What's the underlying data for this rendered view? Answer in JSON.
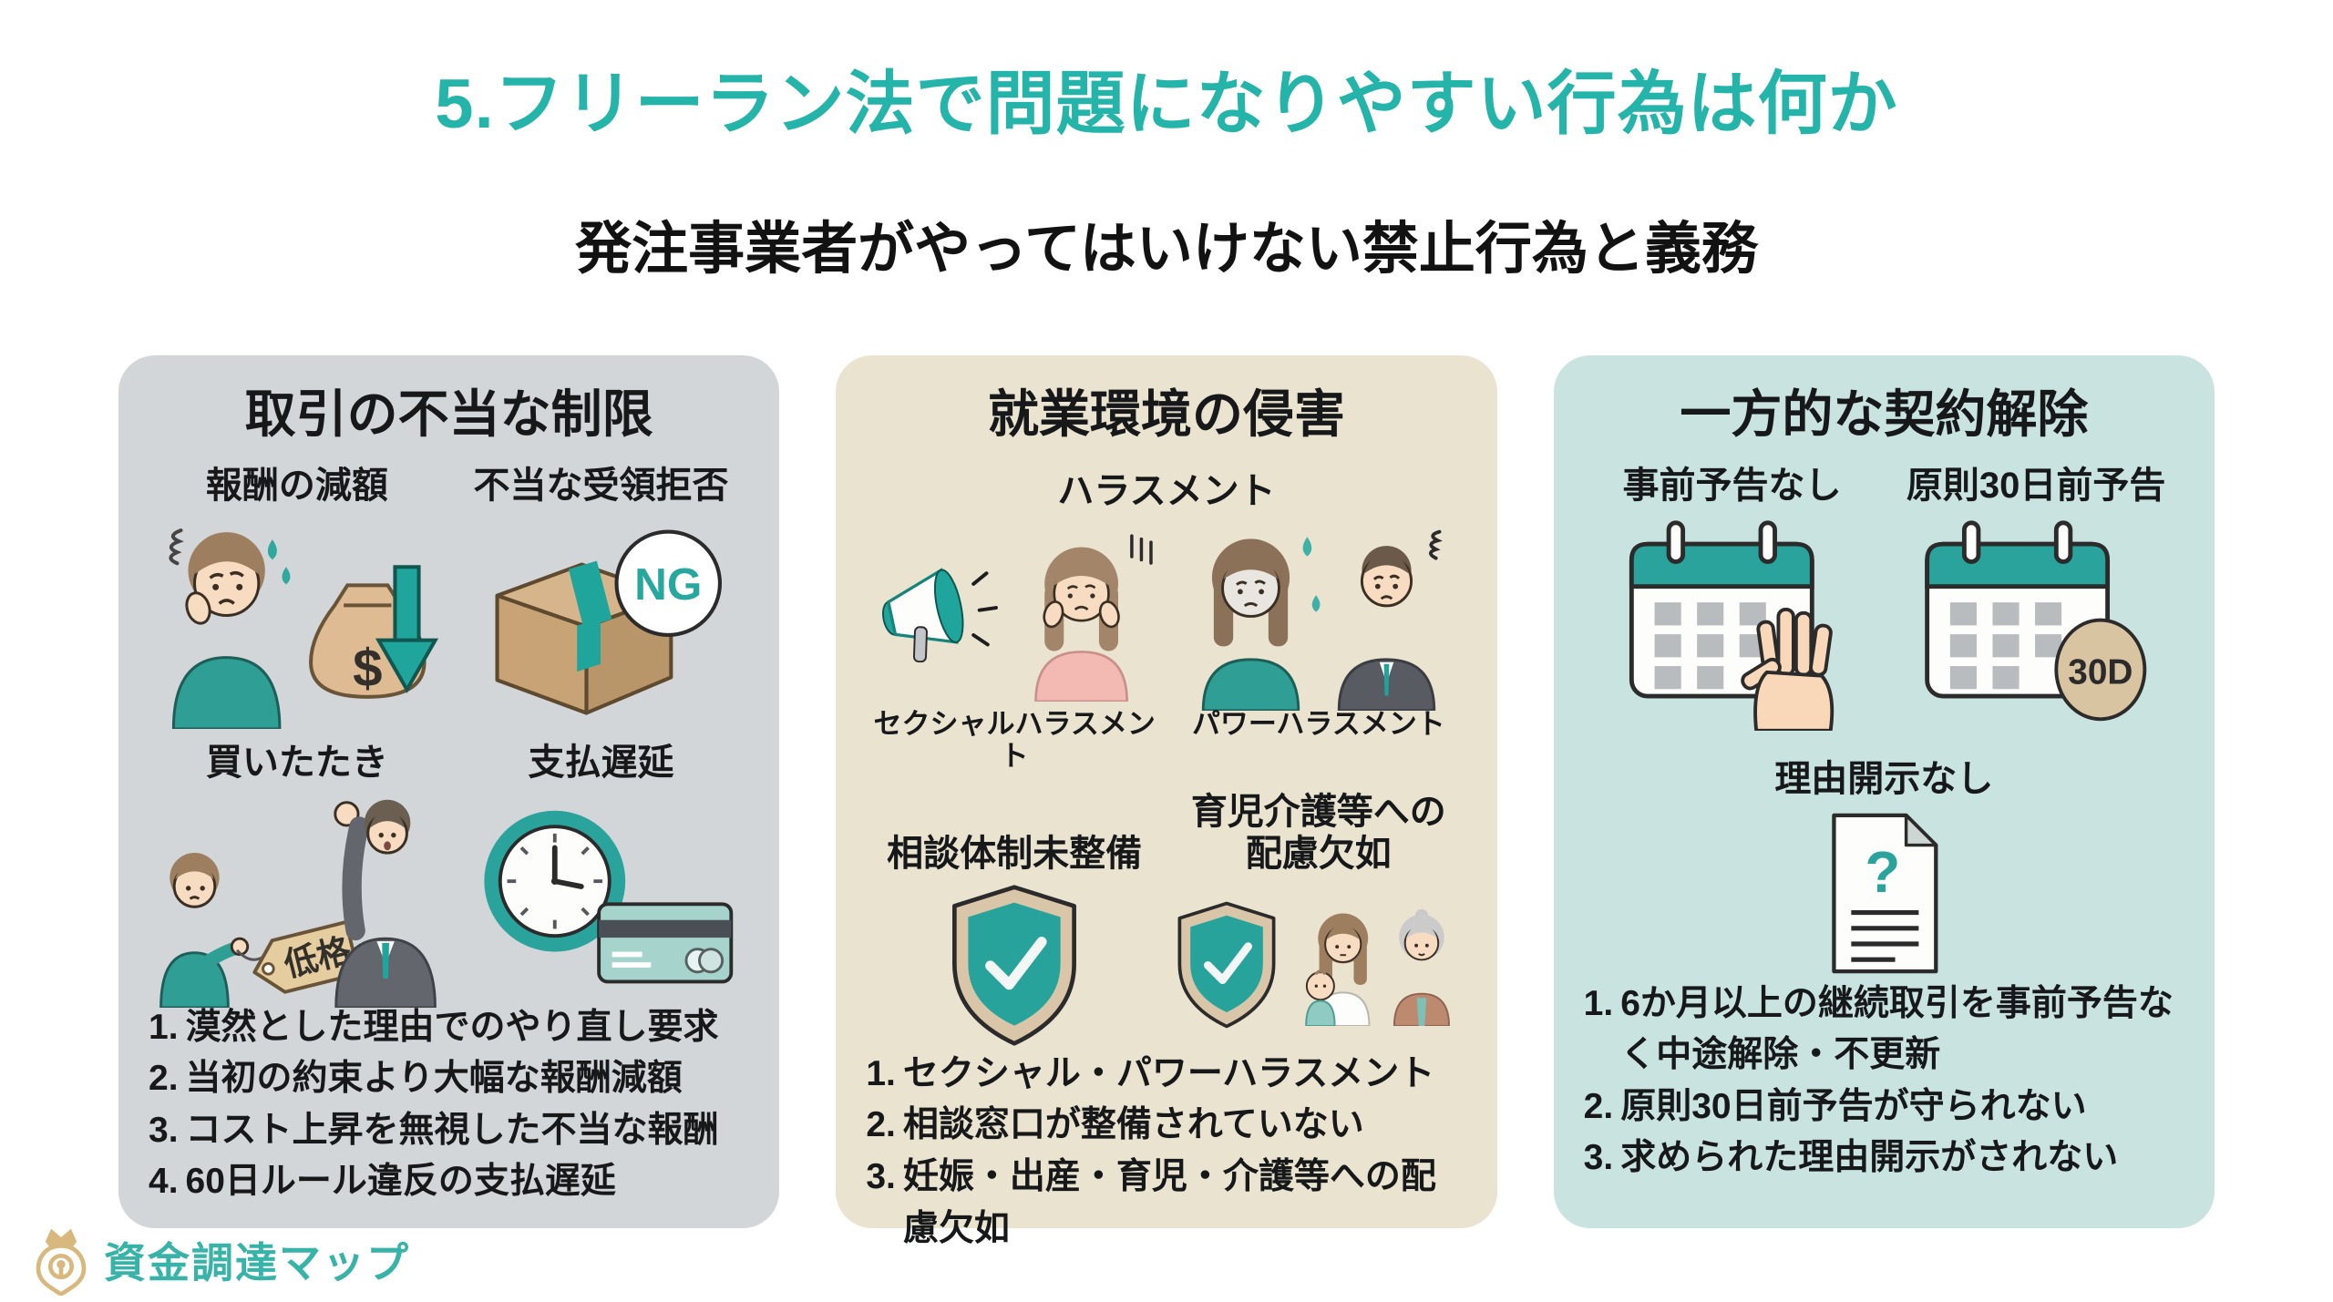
{
  "slide": {
    "title": "5.フリーラン法で問題になりやすい行為は何か",
    "subtitle": "発注事業者がやってはいけない禁止行為と義務"
  },
  "colors": {
    "title_teal": "#24b4aa",
    "accent_teal": "#1fa59b",
    "card_left_bg": "#d3d6d9",
    "card_middle_bg": "#e9e3d0",
    "card_right_bg": "#c9e4e0",
    "text": "#17181a",
    "logo_gold": "#d9b87e"
  },
  "icons": [
    "worried-person-icon",
    "money-bag-down-arrow-icon",
    "ng-box-icon",
    "price-tag-haggle-icon",
    "clock-credit-card-icon",
    "megaphone-icon",
    "distressed-woman-icon",
    "distressed-pair-icon",
    "shield-check-icon",
    "family-care-icon",
    "calendar-hand-icon",
    "calendar-30d-icon",
    "document-question-icon",
    "map-pin-crown-logo-icon"
  ],
  "icon_texts": {
    "dollar": "$",
    "ng": "NG",
    "tag": "低格",
    "thirty_days": "30D",
    "question": "?"
  },
  "cards": [
    {
      "title": "取引の不当な制限",
      "items": [
        {
          "label": "報酬の減額"
        },
        {
          "label": "不当な受領拒否"
        },
        {
          "label": "買いたたき"
        },
        {
          "label": "支払遅延"
        }
      ],
      "points": [
        {
          "num": "1.",
          "text": "漠然とした理由でのやり直し要求"
        },
        {
          "num": "2.",
          "text": "当初の約束より大幅な報酬減額"
        },
        {
          "num": "3.",
          "text": "コスト上昇を無視した不当な報酬"
        },
        {
          "num": "4.",
          "text": "60日ルール違反の支払遅延"
        }
      ]
    },
    {
      "title": "就業環境の侵害",
      "group_label": "ハラスメント",
      "sub_labels": [
        "セクシャルハラスメント",
        "パワーハラスメント"
      ],
      "items": [
        {
          "label": "相談体制未整備"
        },
        {
          "label": "育児介護等への配慮欠如"
        }
      ],
      "points": [
        {
          "num": "1.",
          "text": "セクシャル・パワーハラスメント"
        },
        {
          "num": "2.",
          "text": "相談窓口が整備されていない"
        },
        {
          "num": "3.",
          "text": "妊娠・出産・育児・介護等への配慮欠如"
        }
      ]
    },
    {
      "title": "一方的な契約解除",
      "items": [
        {
          "label": "事前予告なし"
        },
        {
          "label": "原則30日前予告"
        },
        {
          "label": "理由開示なし"
        }
      ],
      "points": [
        {
          "num": "1.",
          "text": "6か月以上の継続取引を事前予告なく中途解除・不更新"
        },
        {
          "num": "2.",
          "text": "原則30日前予告が守られない"
        },
        {
          "num": "3.",
          "text": "求められた理由開示がされない"
        }
      ]
    }
  ],
  "footer": {
    "brand": "資金調達マップ"
  }
}
